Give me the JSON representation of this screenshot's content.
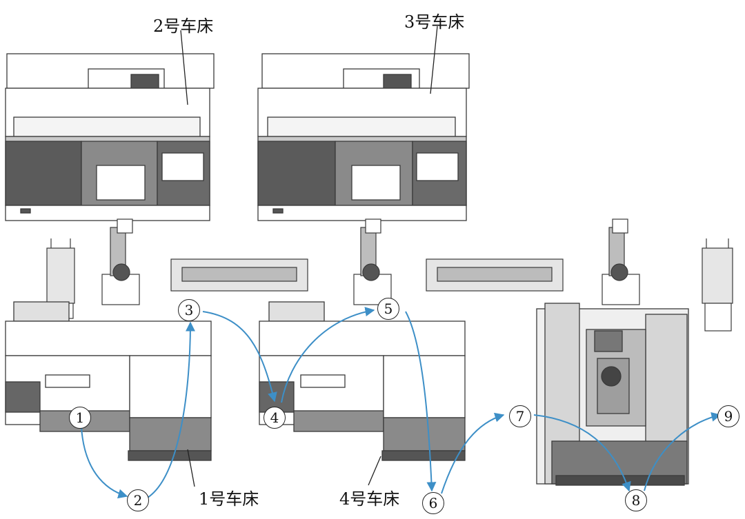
{
  "labels": {
    "lathe1": "1号车床",
    "lathe2": "2号车床",
    "lathe3": "3号车床",
    "lathe4": "4号车床"
  },
  "nodes": [
    "1",
    "2",
    "3",
    "4",
    "5",
    "6",
    "7",
    "8",
    "9"
  ],
  "colors": {
    "line": "#3a3a3a",
    "machine_fill": "#ffffff",
    "machine_dark": "#5f5f5f",
    "machine_mid": "#9a9a9a",
    "machine_light": "#d9d9d9",
    "path": "#3d8fc7"
  }
}
